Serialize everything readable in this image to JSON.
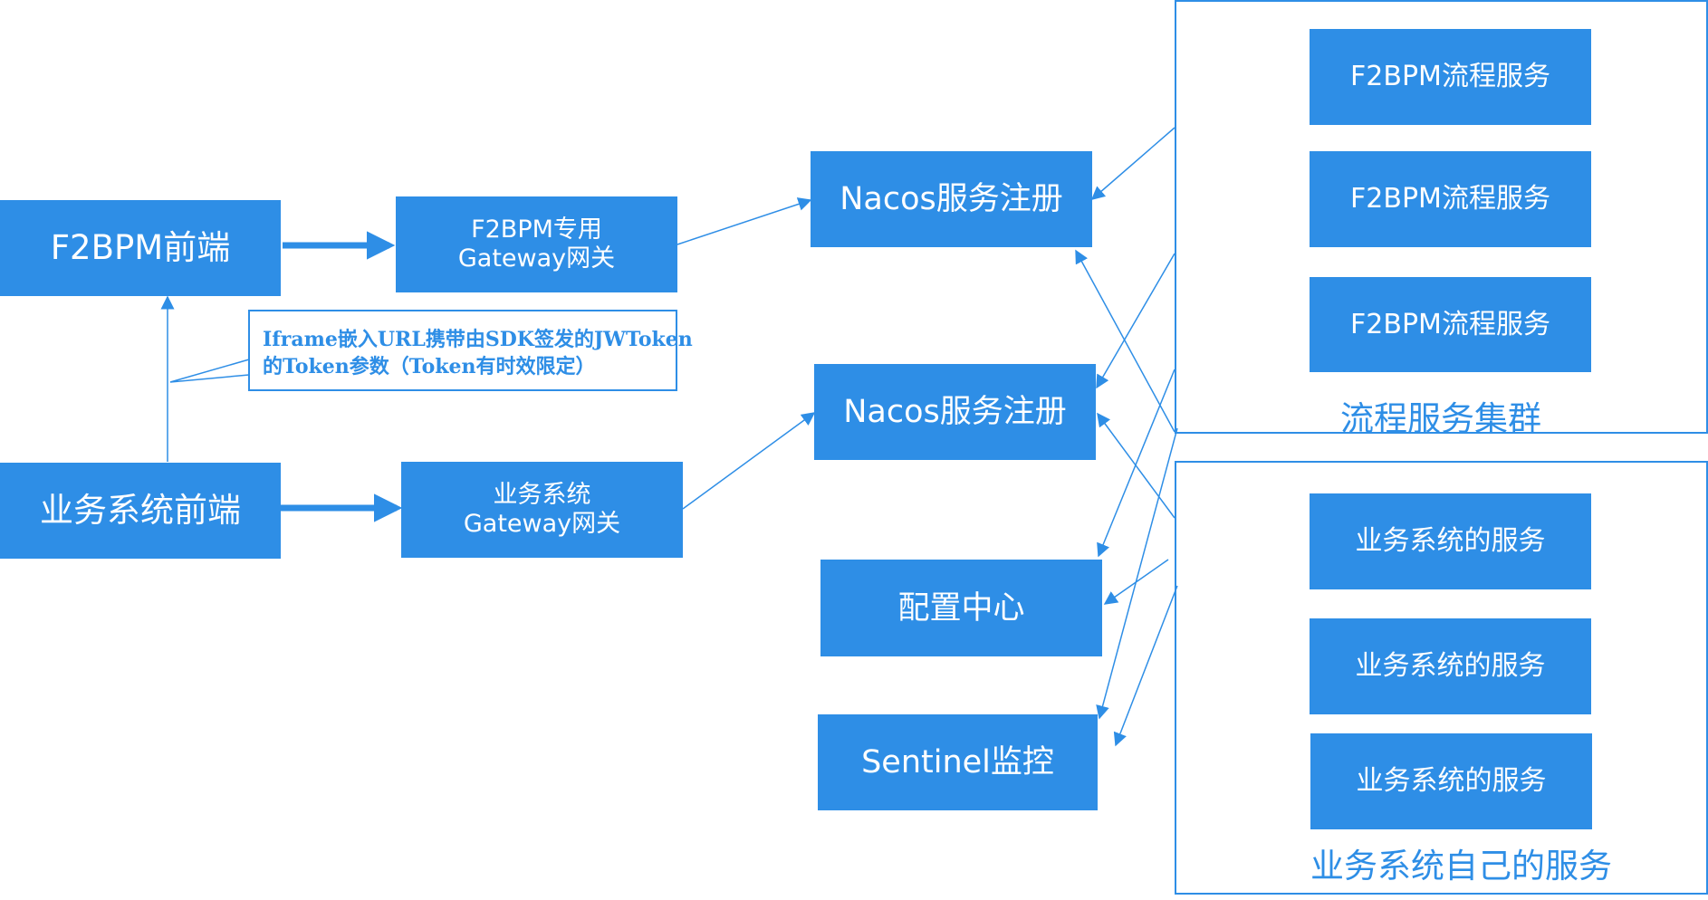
{
  "colors": {
    "accent": "#2e8ee6",
    "node_text": "#ffffff",
    "background": "#ffffff"
  },
  "nodes": {
    "f2bpm_frontend": "F2BPM前端",
    "biz_frontend": "业务系统前端",
    "f2bpm_gateway_line1": "F2BPM专用",
    "f2bpm_gateway_line2": "Gateway网关",
    "biz_gateway_line1": "业务系统",
    "biz_gateway_line2": "Gateway网关",
    "nacos_1": "Nacos服务注册",
    "nacos_2": "Nacos服务注册",
    "config_center": "配置中心",
    "sentinel": "Sentinel监控",
    "flow_service_1": "F2BPM流程服务",
    "flow_service_2": "F2BPM流程服务",
    "flow_service_3": "F2BPM流程服务",
    "biz_service_1": "业务系统的服务",
    "biz_service_2": "业务系统的服务",
    "biz_service_3": "业务系统的服务"
  },
  "groups": {
    "flow_cluster_label": "流程服务集群",
    "biz_services_label": "业务系统自己的服务"
  },
  "callout": {
    "line1": "Iframe嵌入URL携带由SDK签发的JWToken",
    "line2": "的Token参数（Token有时效限定）"
  }
}
